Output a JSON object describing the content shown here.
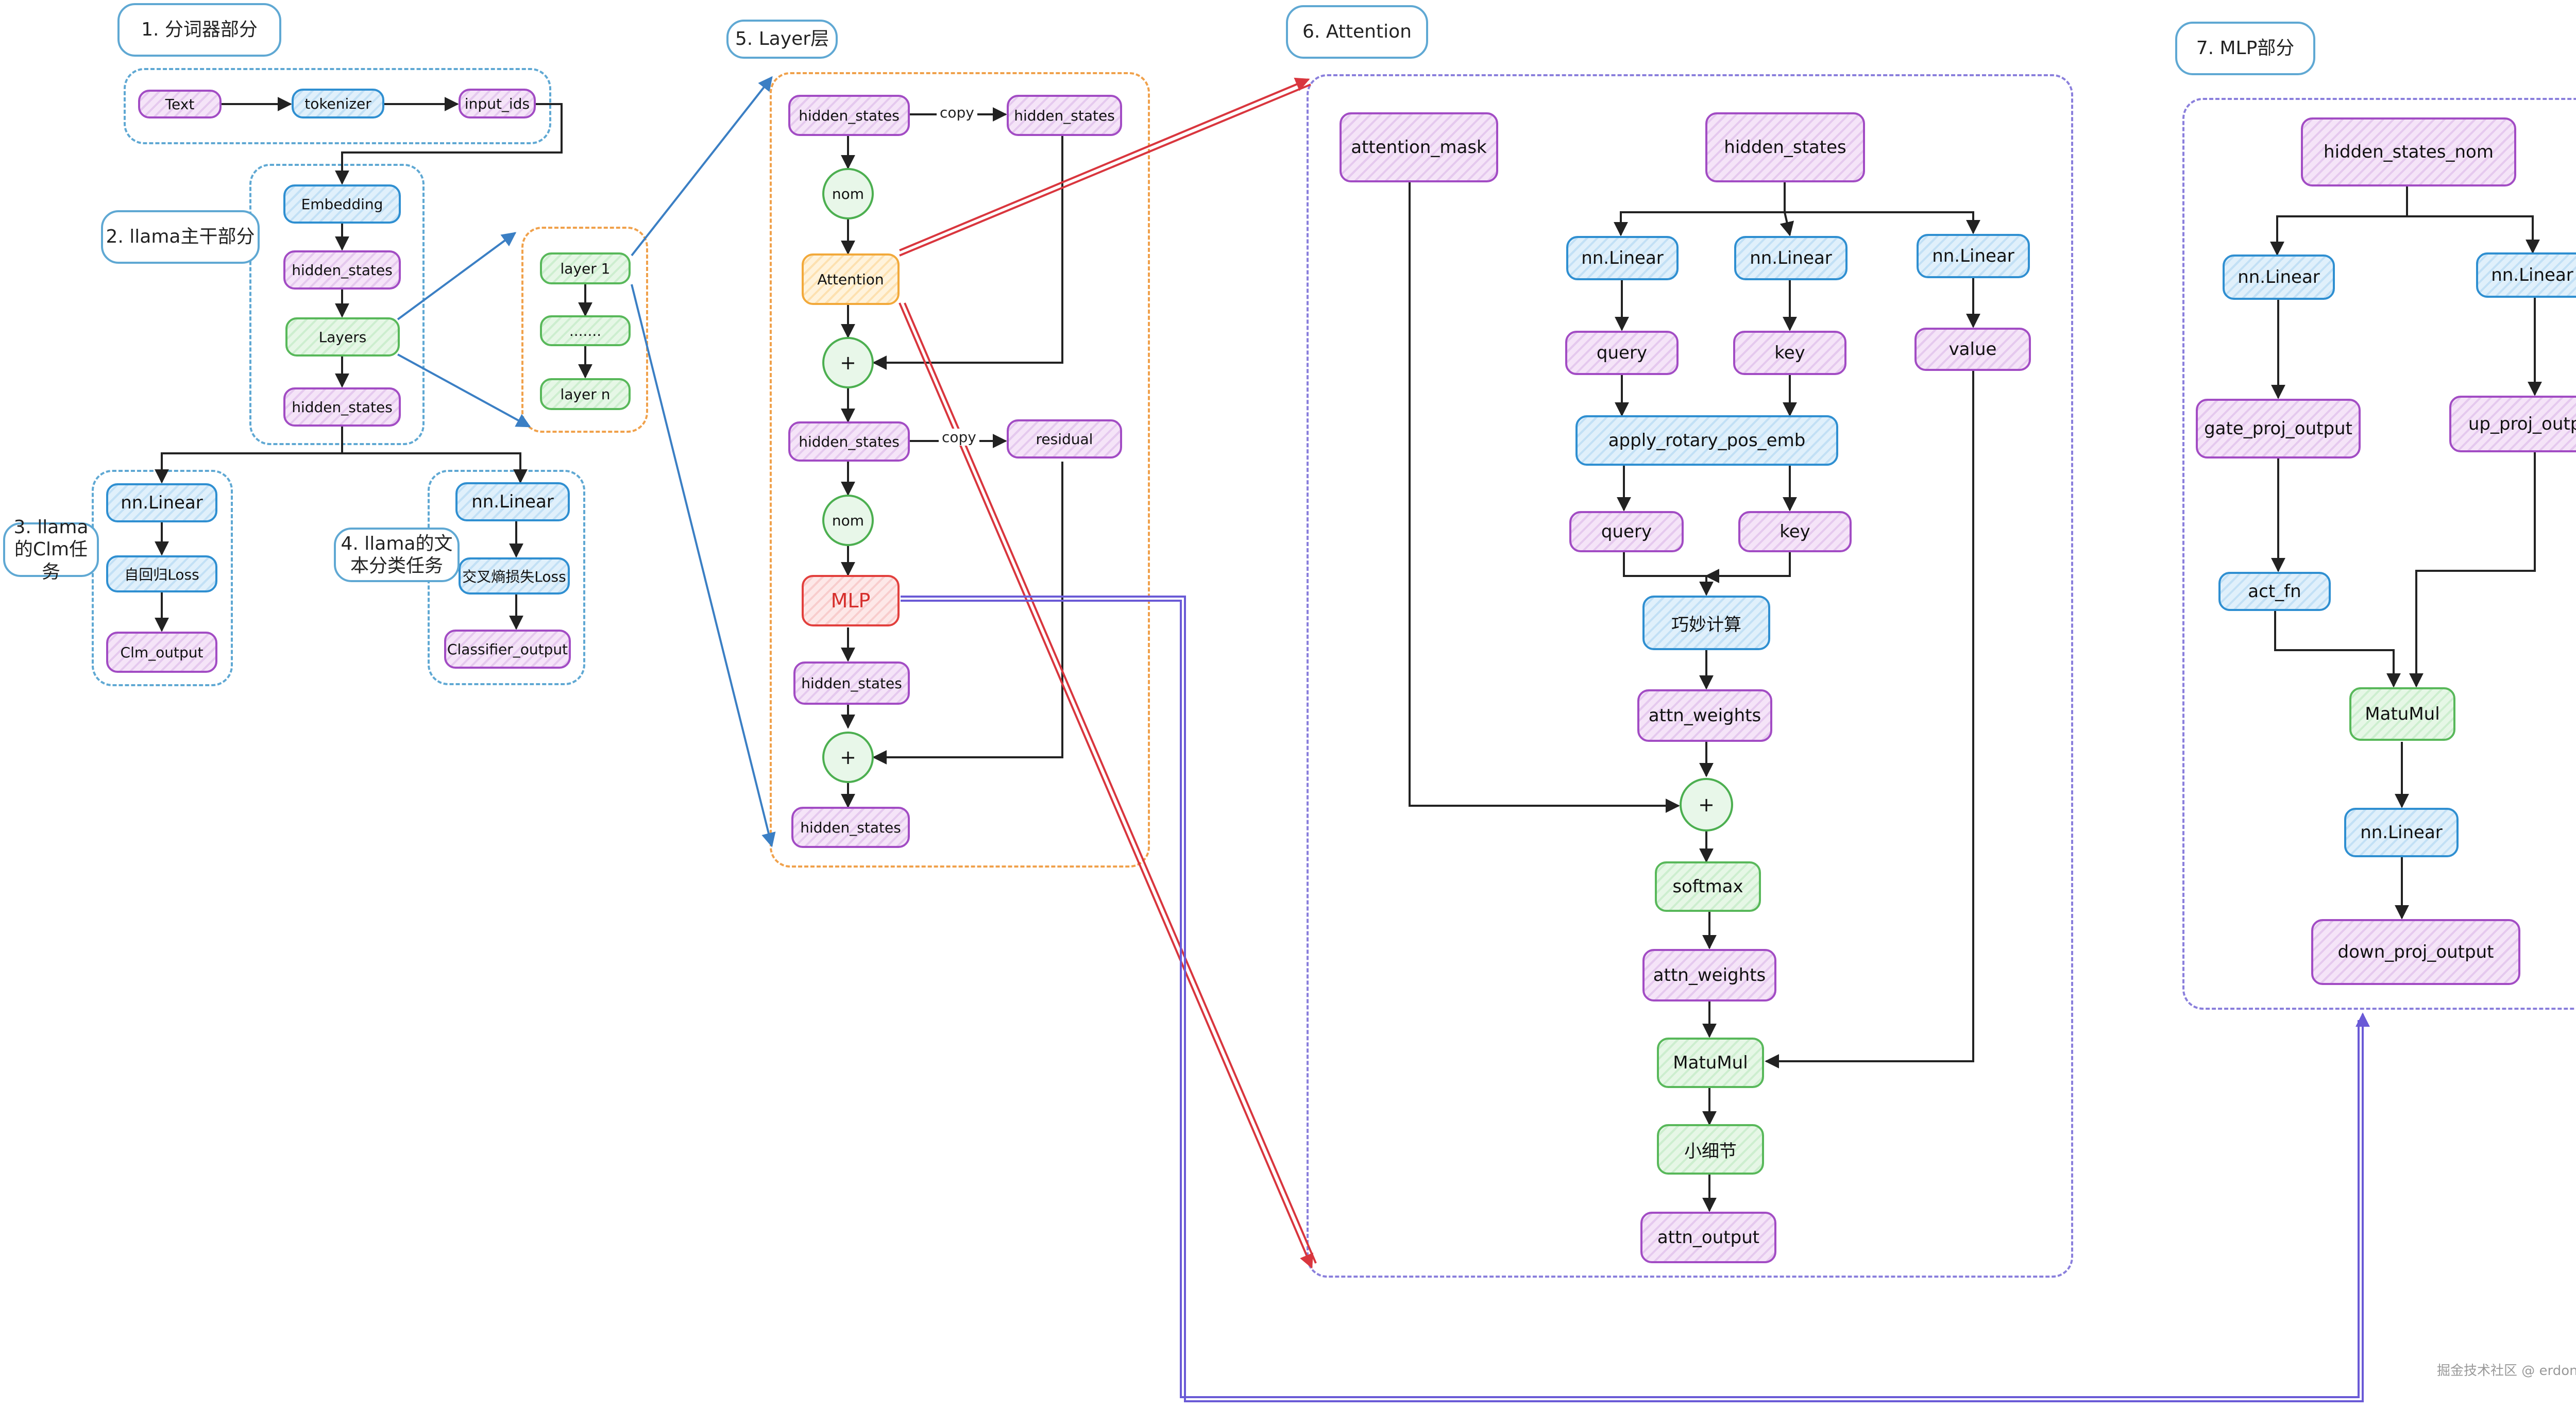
{
  "sections": {
    "s1": "1. 分词器部分",
    "s2": "2. llama主干部分",
    "s3": "3. llama的Clm任务",
    "s4": "4. llama的文本分类任务",
    "s5": "5. Layer层",
    "s6": "6. Attention",
    "s7": "7. MLP部分"
  },
  "tokenizer": {
    "text": "Text",
    "tokenizer": "tokenizer",
    "input_ids": "input_ids"
  },
  "backbone": {
    "embedding": "Embedding",
    "hs1": "hidden_states",
    "layers": "Layers",
    "hs2": "hidden_states"
  },
  "clm": {
    "linear": "nn.Linear",
    "loss": "自回归Loss",
    "output": "Clm_output"
  },
  "cls": {
    "linear": "nn.Linear",
    "loss": "交叉熵损失Loss",
    "output": "Classifier_output"
  },
  "layerlist": {
    "l1": "layer 1",
    "dots": ".......",
    "ln": "layer n"
  },
  "layer": {
    "hs_in": "hidden_states",
    "copy1": "copy",
    "hs_copy": "hidden_states",
    "norm1": "nom",
    "attention": "Attention",
    "plus1": "+",
    "hs_mid": "hidden_states",
    "copy2": "copy",
    "residual": "residual",
    "norm2": "nom",
    "mlp": "MLP",
    "hs_mlp": "hidden_states",
    "plus2": "+",
    "hs_out": "hidden_states"
  },
  "attention": {
    "mask": "attention_mask",
    "hs": "hidden_states",
    "lin_q": "nn.Linear",
    "lin_k": "nn.Linear",
    "lin_v": "nn.Linear",
    "query": "query",
    "key": "key",
    "value": "value",
    "rope": "apply_rotary_pos_emb",
    "query2": "query",
    "key2": "key",
    "calc": "巧妙计算",
    "weights1": "attn_weights",
    "plus": "+",
    "softmax": "softmax",
    "weights2": "attn_weights",
    "matmul": "MatuMul",
    "detail": "小细节",
    "output": "attn_output"
  },
  "mlp": {
    "hs": "hidden_states_nom",
    "lin_gate": "nn.Linear",
    "lin_up": "nn.Linear",
    "gate_out": "gate_proj_output",
    "up_out": "up_proj_output",
    "act": "act_fn",
    "matmul": "MatuMul",
    "lin_down": "nn.Linear",
    "down_out": "down_proj_output"
  },
  "watermark": "掘金技术社区 @ erdongchen",
  "colors": {
    "arrow": "#222222",
    "link_blue": "#3b7fc4",
    "link_red": "#d9363e",
    "link_violet": "#6a5ad6"
  }
}
